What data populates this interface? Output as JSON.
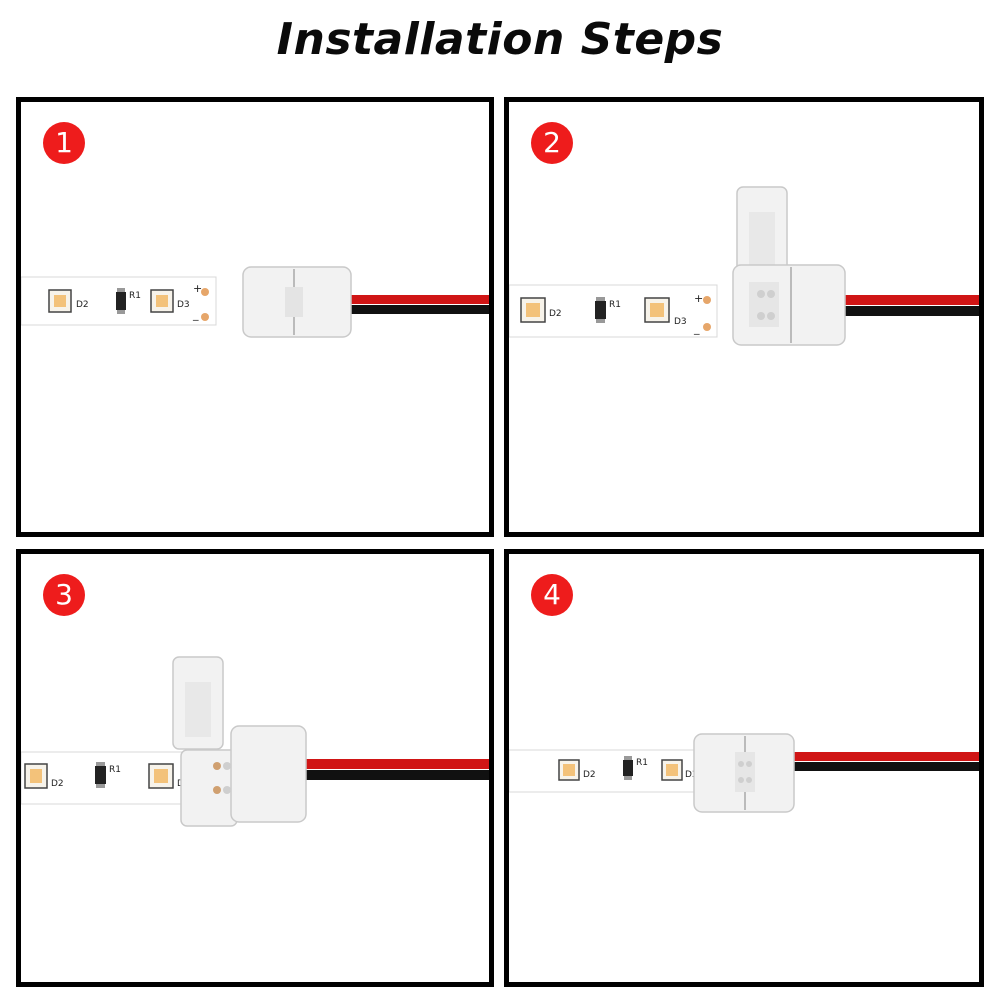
{
  "title": "Installation Steps",
  "steps": [
    {
      "number": "1",
      "labels": {
        "led_a": "D2",
        "resistor": "R1",
        "led_b": "D3",
        "plus": "+",
        "minus": "_"
      }
    },
    {
      "number": "2",
      "labels": {
        "led_a": "D2",
        "resistor": "R1",
        "led_b": "D3",
        "plus": "+",
        "minus": "_"
      }
    },
    {
      "number": "3",
      "labels": {
        "led_a": "D2",
        "resistor": "R1",
        "led_b": "D3",
        "plus": "+",
        "minus": "_"
      }
    },
    {
      "number": "4",
      "labels": {
        "led_a": "D2",
        "resistor": "R1",
        "led_b": "D3"
      }
    }
  ],
  "colors": {
    "badge": "#ee1c1c",
    "wire_positive": "#d01515",
    "wire_negative": "#111111",
    "led": "#f3c27a",
    "connector": "#f2f2f2",
    "strip": "#ffffff",
    "pad": "#e6a66a"
  }
}
